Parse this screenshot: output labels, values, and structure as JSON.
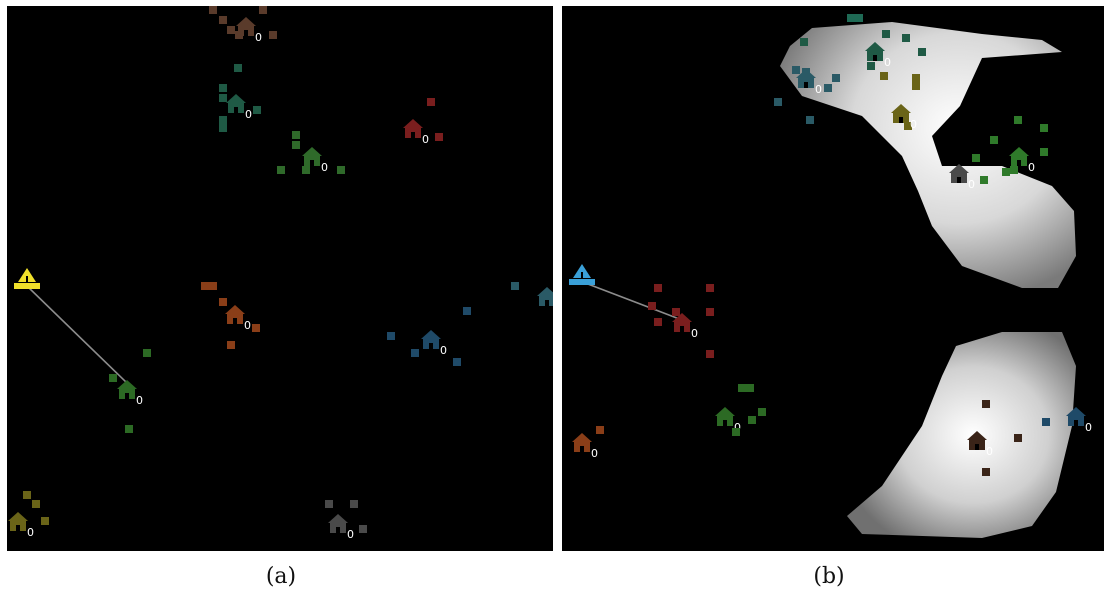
{
  "captions": {
    "a": "(a)",
    "b": "(b)"
  },
  "house_label": "0",
  "colors": {
    "background": "#000000",
    "ship_a": "#f0e02a",
    "ship_b": "#3aa0d8",
    "route_line": "#8c8c8c",
    "brown": "#5a3b2b",
    "teal_green": "#1f5a45",
    "dark_green": "#2f6a2a",
    "red": "#7a1e1e",
    "orange": "#8a3e18",
    "steel_blue": "#1f4a68",
    "teal": "#2a5a66",
    "olive": "#6a6418",
    "gray": "#4a4a4a",
    "green": "#2c6a24",
    "bright_green": "#2f7a2a"
  },
  "icons": {
    "ship": "sailboat-icon",
    "house": "house-icon"
  }
}
